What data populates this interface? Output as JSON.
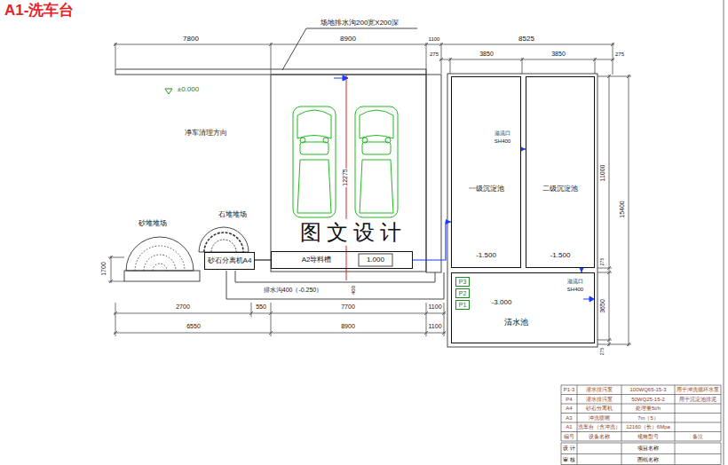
{
  "diagram": {
    "title": "A1-洗车台",
    "nodes": [
      {
        "text": [
          "一级沉淀池",
          "-1.500"
        ]
      },
      {
        "text": [
          "二级沉淀池",
          "-1.500"
        ]
      },
      {
        "text": [
          "清水池",
          "-3.000"
        ]
      },
      {
        "text": [
          "P3"
        ],
        "in": 2
      },
      {
        "text": [
          "P2"
        ],
        "in": 2
      },
      {
        "text": [
          "P1"
        ],
        "in": 2
      },
      {
        "text": [
          "A2导料槽",
          "1.000"
        ]
      },
      {
        "text": [
          "砂石分离机A4"
        ]
      }
    ],
    "edges": [
      {
        "from": 6,
        "to": 7,
        "arrow": "none"
      },
      {
        "from": 6,
        "to": 0,
        "arrow": "to"
      },
      {
        "from": 0,
        "to": 1,
        "arrow": "to"
      },
      {
        "from": 1,
        "to": 2,
        "arrow": "to"
      }
    ],
    "labels": [
      "场地排水沟200宽X200深",
      "7800",
      "8900",
      "1100",
      "8525",
      "275",
      "3850",
      "3850",
      "275",
      "±0.000",
      "净车清理方向",
      "12275",
      "溢流口",
      "SH400",
      "11000",
      "15400",
      "砂堆堆场",
      "石堆堆场",
      "1700",
      "图文设计",
      "排水沟400（-0.250）",
      "400",
      "2700",
      "550",
      "7700",
      "1100",
      "6550",
      "8900",
      "1100",
      "溢流口",
      "SH400",
      "275",
      "3650",
      "275",
      "P1-3",
      "潜水排污泵",
      "100WQ65-15-3",
      "用于冲洗循环水泵",
      "P4",
      "潜水排污泵",
      "50WQ25-15-2",
      "用于沉淀池排泥",
      "A4",
      "砂石分离机",
      "处理量5t/h",
      "A3",
      "冲洗喷嘴",
      "7m（5）",
      "A1",
      "洗车台（含冲洗）",
      "12160（长）6Mpa",
      "编号",
      "设备名称",
      "规格型号",
      "备注",
      "设 计",
      "审 核",
      "项目名称",
      "图纸名称"
    ]
  }
}
